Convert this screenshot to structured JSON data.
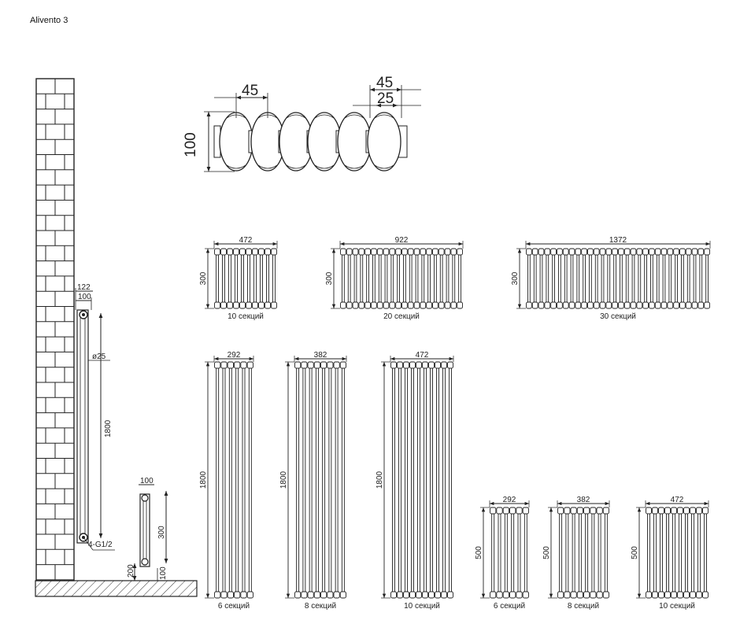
{
  "title": "Alivento 3",
  "section_view": {
    "width_1": "45",
    "width_2": "45",
    "width_3": "25",
    "depth": "100"
  },
  "side_view": {
    "depth_total": "122",
    "depth_body": "100",
    "tube_diameter": "ø25",
    "height": "1800",
    "connection": "4-G1/2"
  },
  "small_side_view": {
    "depth": "100",
    "height": "300",
    "floor_clearance": "200",
    "bottom": "100"
  },
  "radiators": [
    {
      "width": "472",
      "height": "300",
      "caption": "10 секций",
      "sections": 10
    },
    {
      "width": "922",
      "height": "300",
      "caption": "20 секций",
      "sections": 20
    },
    {
      "width": "1372",
      "height": "300",
      "caption": "30 секций",
      "sections": 30
    },
    {
      "width": "292",
      "height": "1800",
      "caption": "6 секций",
      "sections": 6
    },
    {
      "width": "382",
      "height": "1800",
      "caption": "8 секций",
      "sections": 8
    },
    {
      "width": "472",
      "height": "1800",
      "caption": "10 секций",
      "sections": 10
    },
    {
      "width": "292",
      "height": "500",
      "caption": "6 секций",
      "sections": 6
    },
    {
      "width": "382",
      "height": "500",
      "caption": "8 секций",
      "sections": 8
    },
    {
      "width": "472",
      "height": "500",
      "caption": "10 секций",
      "sections": 10
    }
  ]
}
